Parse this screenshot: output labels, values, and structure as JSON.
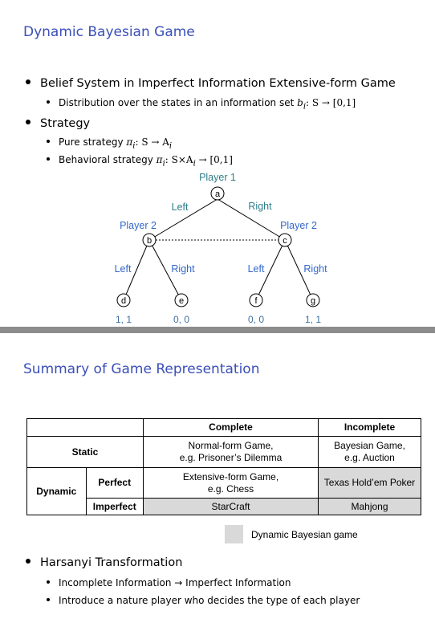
{
  "slide1": {
    "title": "Dynamic Bayesian Game",
    "bullets": [
      {
        "text": "Belief System in Imperfect Information Extensive-form Game",
        "sub": [
          {
            "text": "Distribution over the states in an information set",
            "formula_var": "b",
            "formula_sub": "i",
            "formula_rest": ": S → [0,1]"
          }
        ]
      },
      {
        "text": "Strategy",
        "sub": [
          {
            "text": "Pure strategy",
            "formula_var": "π",
            "formula_sub": "i",
            "formula_rest": ": S → A",
            "formula_rest_sub": "i"
          },
          {
            "text": "Behavioral strategy",
            "formula_var": "π",
            "formula_sub": "i",
            "formula_rest": ": S×A",
            "formula_rest_sub": "i",
            "formula_tail": " → [0,1]"
          }
        ]
      }
    ],
    "tree": {
      "player1_label": "Player 1",
      "player2_left_label": "Player 2",
      "player2_right_label": "Player 2",
      "nodes": {
        "a": "a",
        "b": "b",
        "c": "c",
        "d": "d",
        "e": "e",
        "f": "f",
        "g": "g"
      },
      "edges": {
        "a_b": "Left",
        "a_c": "Right",
        "b_d": "Left",
        "b_e": "Right",
        "c_f": "Left",
        "c_g": "Right"
      },
      "payoffs": {
        "d": "1, 1",
        "e": "0, 0",
        "f": "0, 0",
        "g": "1, 1"
      },
      "colors": {
        "player": "#2e7d8a",
        "label": "#3366cc",
        "payoff": "#3f6fa0"
      }
    }
  },
  "slide2": {
    "title": "Summary of Game Representation",
    "table": {
      "header_complete": "Complete",
      "header_incomplete": "Incomplete",
      "static_label": "Static",
      "static_complete_line1": "Normal-form Game,",
      "static_complete_line2": "e.g. Prisoner’s Dilemma",
      "static_incomplete_line1": "Bayesian Game,",
      "static_incomplete_line2": "e.g. Auction",
      "dynamic_label": "Dynamic",
      "perfect_label": "Perfect",
      "perfect_complete_line1": "Extensive-form Game,",
      "perfect_complete_line2": "e.g. Chess",
      "perfect_incomplete": "Texas Hold’em Poker",
      "imperfect_label": "Imperfect",
      "imperfect_complete": "StarCraft",
      "imperfect_incomplete": "Mahjong",
      "highlight_color": "#d9d9d9"
    },
    "legend": "Dynamic Bayesian game",
    "bullets": [
      {
        "text": "Harsanyi Transformation",
        "sub": [
          "Incomplete Information → Imperfect Information",
          "Introduce a nature player who decides the type of each player"
        ]
      }
    ]
  }
}
